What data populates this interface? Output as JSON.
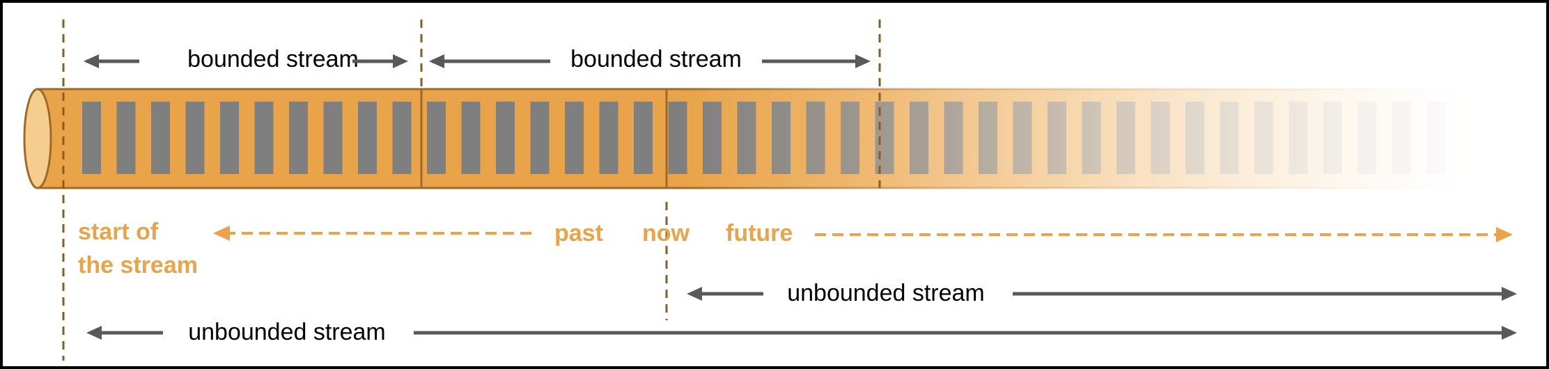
{
  "colors": {
    "tube_orange": "#E9A449",
    "tube_outline": "#9E6A26",
    "tube_end": "#F5CE8F",
    "record_grey": "#7F7F7F",
    "arrow_grey": "#595959",
    "divider_brown": "#8E5A1E",
    "label_orange": "#E9A449",
    "frame": "#000000"
  },
  "labels": {
    "bounded_1": "bounded stream",
    "bounded_2": "bounded stream",
    "start_line1": "start of",
    "start_line2": "the stream",
    "past": "past",
    "now": "now",
    "future": "future",
    "unbounded_from_now": "unbounded stream",
    "unbounded_full": "unbounded stream"
  }
}
